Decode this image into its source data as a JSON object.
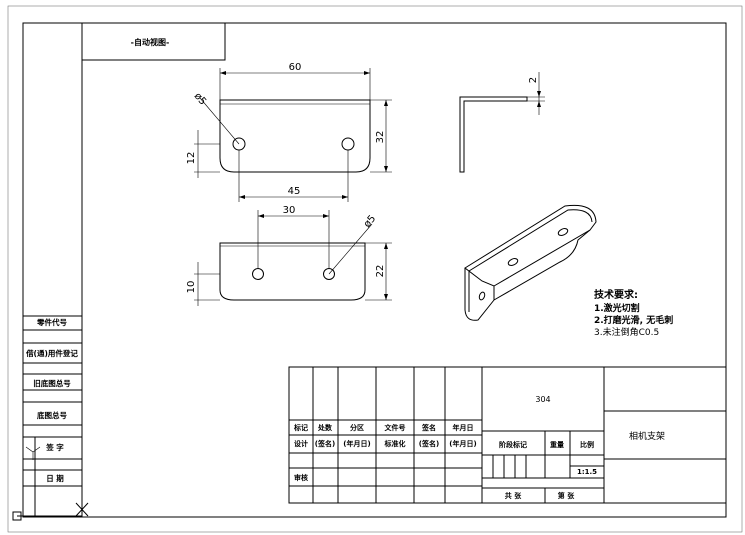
{
  "drawing": {
    "view_title": "-自动视图-",
    "dimensions": {
      "width_60": "60",
      "height_32": "32",
      "hole_dia_top": "ø5",
      "offset_12": "12",
      "spacing_45": "45",
      "thickness_2": "2",
      "spacing_30": "30",
      "hole_dia_bottom": "ø5",
      "offset_10": "10",
      "height_22": "22"
    },
    "tech_requirements": {
      "title": "技术要求:",
      "items": [
        "1.激光切割",
        "2.打磨光滑, 无毛刺",
        "3.未注倒角C0.5"
      ]
    }
  },
  "side_labels": [
    "零件代号",
    "借(通)用件登记",
    "旧底图总号",
    "底图总号",
    "签 字",
    "日 期"
  ],
  "title_block": {
    "headers": [
      "标记",
      "处数",
      "分区",
      "文件号",
      "签名",
      "年月日"
    ],
    "design_row": [
      "设计",
      "(签名)",
      "(年月日)",
      "标准化",
      "(签名)",
      "(年月日)"
    ],
    "audit_label": "审核",
    "material": "304",
    "stage_label": "阶段标记",
    "weight_label": "重量",
    "scale_label": "比例",
    "scale_value": "1:1.5",
    "sheets_total": "共 张",
    "sheet_no": "第 张",
    "part_name": "相机支架"
  }
}
